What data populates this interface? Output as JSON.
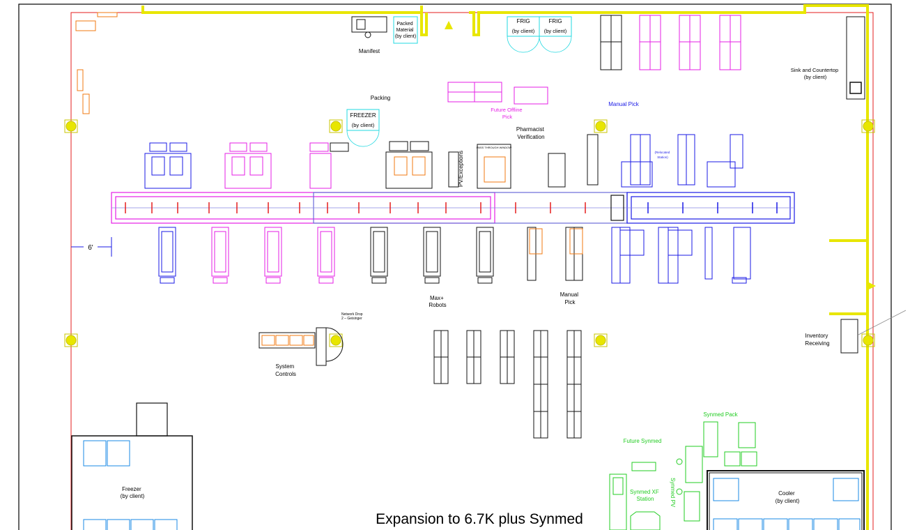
{
  "labels": {
    "manifest": "Manifest",
    "packed_material": [
      "Packed",
      "Material",
      "(by client)"
    ],
    "frig": "FRIG",
    "by_client": "(by client)",
    "packing": "Packing",
    "freezer_top": "FREEZER",
    "future_offline_pick": [
      "Future Offline",
      "Pick"
    ],
    "pharmacist_verification": [
      "Pharmacist",
      "Verification"
    ],
    "manual_pick_top": "Manual Pick",
    "sink": [
      "Sink and Countertop",
      "(by client)"
    ],
    "dimension": "6'",
    "pv_exceptions": "PV/Exceptions",
    "max_robots": [
      "Max+",
      "Robots"
    ],
    "manual_pick_bottom": [
      "Manual",
      "Pick"
    ],
    "network_drop": [
      "Network Drop",
      "2 – Geisinger"
    ],
    "system_controls": [
      "System",
      "Controls"
    ],
    "inventory_receiving": [
      "Inventory",
      "Receiving"
    ],
    "synmed_pack": "Synmed Pack",
    "future_synmed": "Future Synmed",
    "synmed_xf": [
      "Synmed XF",
      "Station"
    ],
    "synmed_pv": "Synmed PV",
    "freezer_bottom": [
      "Freezer",
      "(by client)"
    ],
    "cooler": [
      "Cooler",
      "(by client)"
    ],
    "relocated_station": [
      "(Relocated",
      "Station)"
    ],
    "pass_through": "PASS THROUGH WINDOW",
    "page_title": "Expansion to 6.7K plus Synmed"
  },
  "colors": {
    "wall": "#e8e600",
    "boundary": "#e61e1e",
    "conveyor_mag": "#e61ee6",
    "conveyor_blue": "#1a1ae6",
    "orange": "#f07a10",
    "cyan": "#20d8e0",
    "green": "#22cc22",
    "black": "#111111"
  },
  "icons": [
    "door-icon",
    "column-icon",
    "station-icon",
    "robot-icon",
    "shelving-icon"
  ]
}
